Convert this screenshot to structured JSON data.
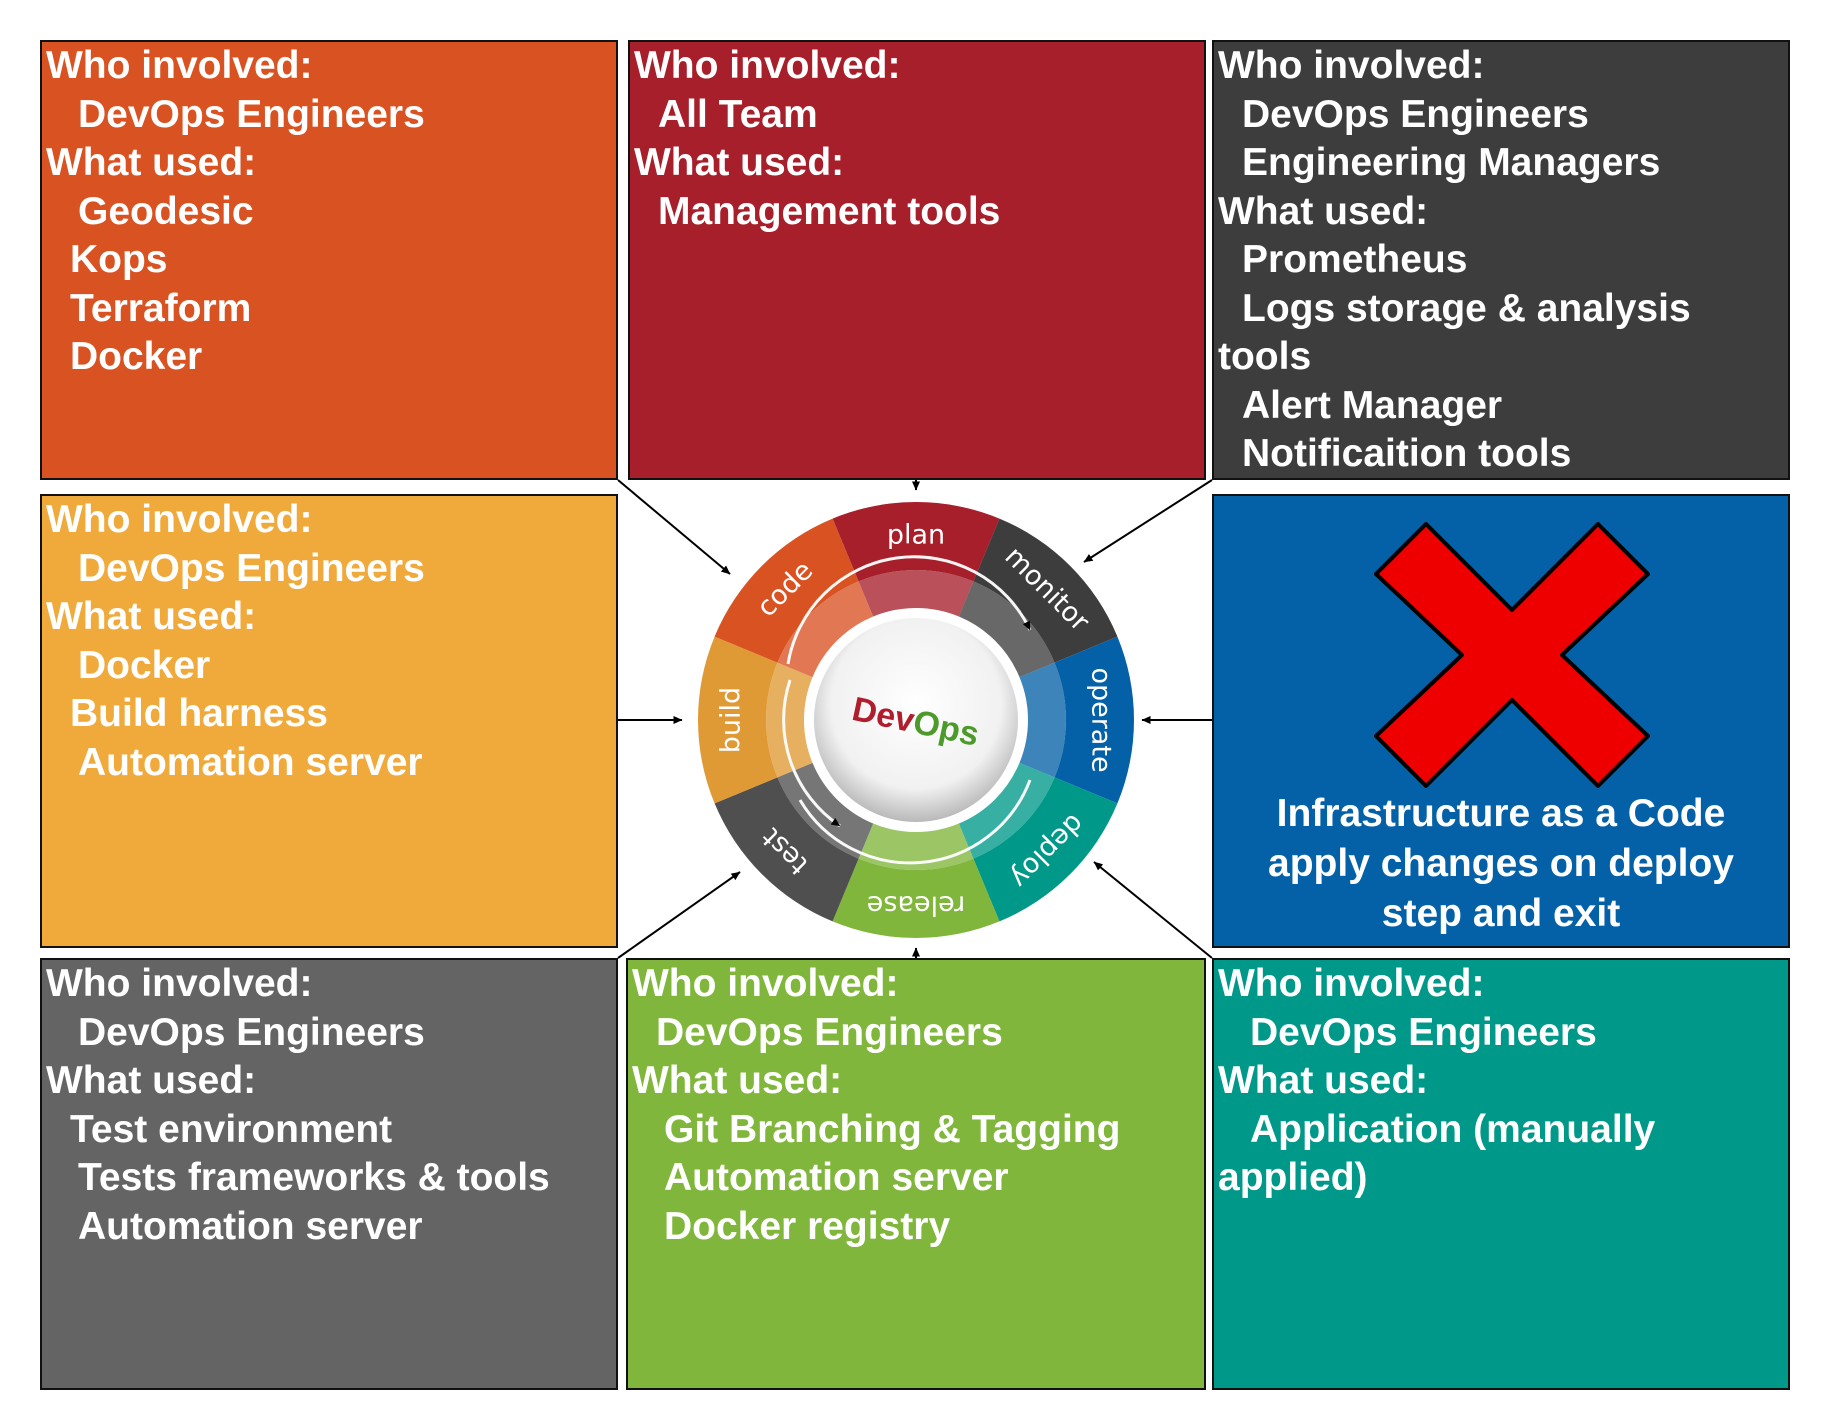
{
  "boxes": {
    "code": {
      "lines": [
        "Who involved:",
        "DevOps Engineers",
        "What used:",
        "Geodesic",
        "Kops",
        "Terraform",
        "Docker"
      ]
    },
    "plan": {
      "lines": [
        "Who involved:",
        "All Team",
        "What used:",
        "Management tools"
      ]
    },
    "monitor": {
      "lines": [
        "Who involved:",
        "DevOps Engineers",
        "Engineering Managers",
        "What used:",
        "Prometheus",
        "Logs storage & analysis",
        "tools",
        "Alert Manager",
        "Notificaition tools"
      ]
    },
    "build": {
      "lines": [
        "Who involved:",
        "DevOps Engineers",
        "What used:",
        "Docker",
        "Build harness",
        "Automation server"
      ]
    },
    "operate": {
      "caption": [
        "Infrastructure as a Code",
        "apply changes on deploy",
        "step and exit"
      ]
    },
    "test": {
      "lines": [
        "Who involved:",
        "DevOps Engineers",
        "What used:",
        "Test environment",
        "Tests frameworks & tools",
        "Automation server"
      ]
    },
    "release": {
      "lines": [
        "Who involved:",
        "DevOps Engineers",
        "What used:",
        "Git Branching &  Tagging",
        "Automation server",
        "Docker registry"
      ]
    },
    "deploy": {
      "lines": [
        "Who involved:",
        "DevOps Engineers",
        "What used:",
        "Application (manually",
        "applied)"
      ]
    }
  },
  "wheel": {
    "center_logo": {
      "part1": "Dev",
      "part2": "Ops",
      "color1": "#b01e2e",
      "color2": "#4c9a2a"
    },
    "segments": [
      {
        "label": "plan",
        "color": "#a61f2a"
      },
      {
        "label": "monitor",
        "color": "#3d3d3d"
      },
      {
        "label": "operate",
        "color": "#0561a7"
      },
      {
        "label": "deploy",
        "color": "#009889"
      },
      {
        "label": "release",
        "color": "#80b63b"
      },
      {
        "label": "test",
        "color": "#4f4f4f"
      },
      {
        "label": "build",
        "color": "#e09a35"
      },
      {
        "label": "code",
        "color": "#d95222"
      }
    ]
  },
  "icons": {
    "operate_box": "red-x-icon",
    "x_color": "#ee0000"
  }
}
